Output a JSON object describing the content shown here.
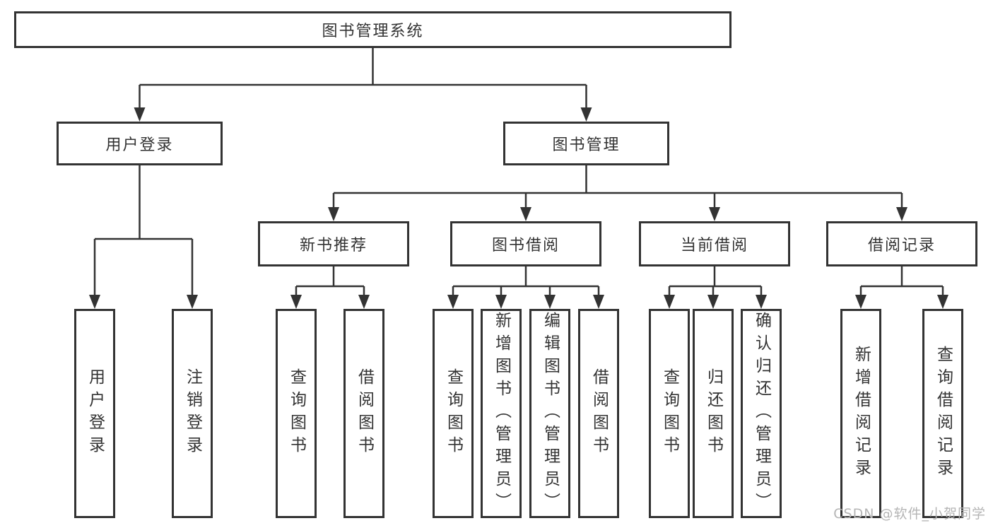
{
  "diagram_title": "图书管理系统",
  "tree": {
    "root": {
      "label": "图书管理系统"
    },
    "groups": [
      {
        "label": "用户登录",
        "leaves": [
          {
            "label": "用户登录"
          },
          {
            "label": "注销登录"
          }
        ]
      },
      {
        "label": "图书管理",
        "sections": [
          {
            "label": "新书推荐",
            "leaves": [
              {
                "label": "查询图书"
              },
              {
                "label": "借阅图书"
              }
            ]
          },
          {
            "label": "图书借阅",
            "leaves": [
              {
                "label": "查询图书"
              },
              {
                "label": "新增图书（管理员）"
              },
              {
                "label": "编辑图书（管理员）"
              },
              {
                "label": "借阅图书"
              }
            ]
          },
          {
            "label": "当前借阅",
            "leaves": [
              {
                "label": "查询图书"
              },
              {
                "label": "归还图书"
              },
              {
                "label": "确认归还（管理员）"
              }
            ]
          },
          {
            "label": "借阅记录",
            "leaves": [
              {
                "label": "新增借阅记录"
              },
              {
                "label": "查询借阅记录"
              }
            ]
          }
        ]
      }
    ]
  },
  "watermark": {
    "text": "CSDN @软件_小贺同学"
  },
  "colors": {
    "line": "#333333",
    "box_border": "#333333",
    "text": "#333333",
    "watermark": "#b5b5b5",
    "background": "#ffffff"
  }
}
